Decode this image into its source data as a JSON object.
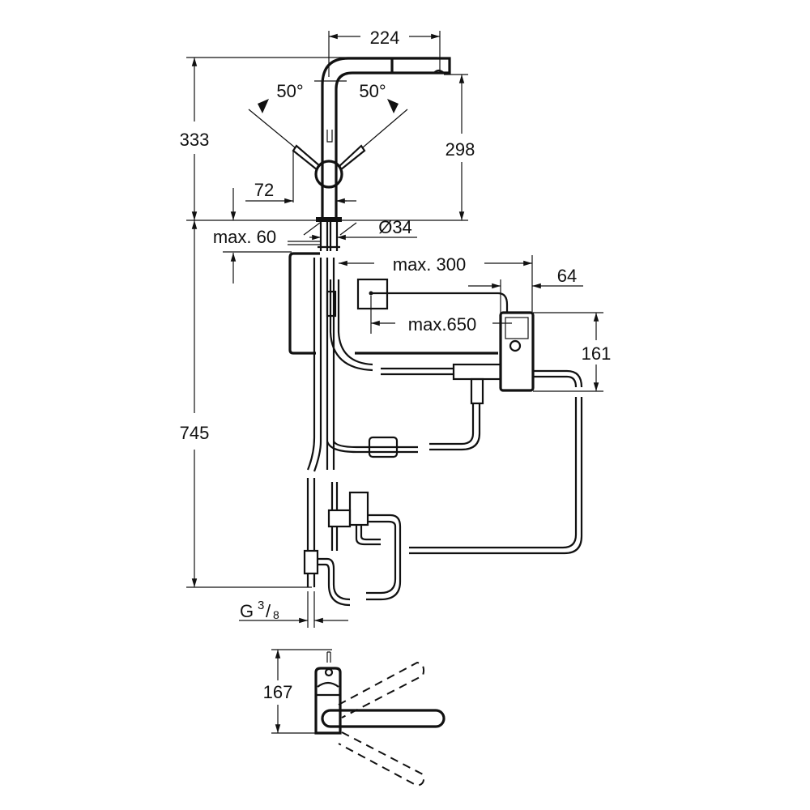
{
  "diagram": {
    "colors": {
      "line": "#111111",
      "background": "#ffffff"
    },
    "dimensions": {
      "spout_reach": "224",
      "angle_left": "50°",
      "angle_right": "50°",
      "total_height": "333",
      "spout_height": "298",
      "lever_offset": "72",
      "base_diameter": "Ø34",
      "max_thickness": "max. 60",
      "max_hose_reach": "max. 300",
      "box_offset": "64",
      "max_cable": "max.650",
      "box_height": "161",
      "supply_length": "745",
      "thread_g": "G",
      "thread_num": "3",
      "thread_den": "8",
      "top_view_depth": "167"
    }
  }
}
